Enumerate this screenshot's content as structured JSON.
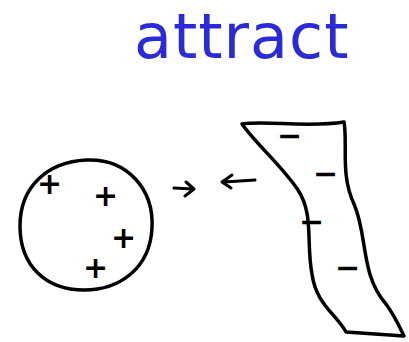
{
  "diagram": {
    "title": "attract",
    "nodes": [
      {
        "text": [
          "+",
          "+",
          "+",
          "+"
        ]
      },
      {
        "text": [
          "−",
          "−",
          "−",
          "−"
        ]
      }
    ]
  }
}
